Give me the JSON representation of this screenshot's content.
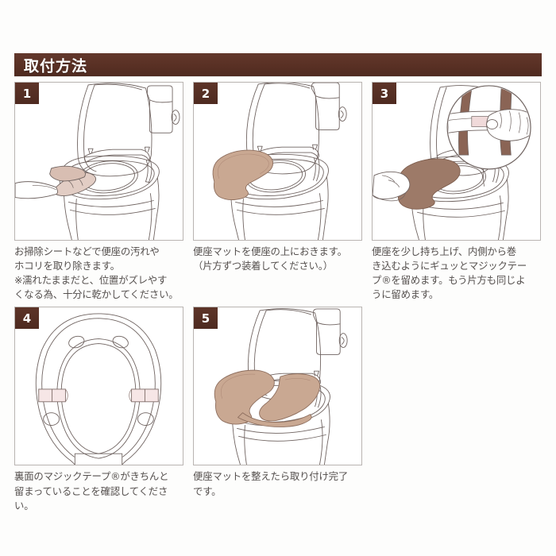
{
  "header": {
    "title": "取付方法"
  },
  "colors": {
    "header_brown": "#593024",
    "badge_brown": "#4e2a20",
    "mat_tan": "#c9a892",
    "velcro_pink": "#f0dada",
    "line_art": "#6f6360",
    "strap_brown": "#8a6455",
    "panel_border": "#b9b4b1",
    "text": "#55504e",
    "background": "#fdfdfc"
  },
  "steps": [
    {
      "number": "1",
      "scene": "cleaning-sheet-wiping-seat",
      "caption": "お掃除シートなどで便座の汚れや\nホコリを取り除きます。\n※濡れたままだと、位置がズレやす\nくなる為、十分に乾かしてください。"
    },
    {
      "number": "2",
      "scene": "mat-placed-on-seat",
      "caption": "便座マットを便座の上におきます。\n（片方ずつ装着してください。）"
    },
    {
      "number": "3",
      "scene": "lifting-seat-fastening-velcro-with-inset",
      "caption": "便座を少し持ち上げ、内側から巻\nき込むようにギュッとマジックテー\nプ®を留めます。もう片方も同じよ\nうに留めます。"
    },
    {
      "number": "4",
      "scene": "underside-of-seat-velcro-check",
      "caption": "裏面のマジックテープ®がきちんと\n留まっていることを確認してくださ\nい。"
    },
    {
      "number": "5",
      "scene": "completed-installation",
      "caption": "便座マットを整えたら取り付け完了\nです。"
    }
  ]
}
